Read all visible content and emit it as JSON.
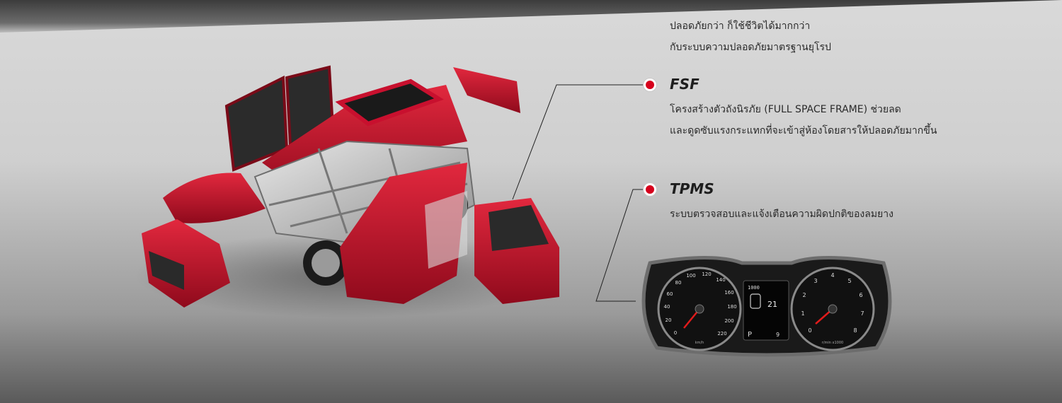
{
  "intro": {
    "line1": "ปลอดภัยกว่า ก็ใช้ชีวิตได้มากกว่า",
    "line2": "กับระบบความปลอดภัยมาตรฐานยุโรป"
  },
  "features": [
    {
      "title": "FSF",
      "desc1": "โครงสร้างตัวถังนิรภัย (FULL SPACE FRAME) ช่วยลด",
      "desc2": "และดูดซับแรงกระแทกที่จะเข้าสู่ห้องโดยสารให้ปลอดภัยมากขึ้น"
    },
    {
      "title": "TPMS",
      "desc1": "ระบบตรวจสอบและแจ้งเตือนความผิดปกติของลมยาง"
    }
  ],
  "cluster": {
    "left_dial_ticks": [
      "0",
      "20",
      "40",
      "60",
      "80",
      "100",
      "120",
      "140",
      "160",
      "180",
      "200",
      "220"
    ],
    "left_dial_unit": "km/h",
    "right_dial_ticks": [
      "0",
      "1",
      "2",
      "3",
      "4",
      "5",
      "6",
      "7",
      "8"
    ],
    "right_dial_unit": "r/min x1000",
    "odometer": "1000",
    "temp": "21",
    "gear": "P",
    "trip": "9"
  },
  "colors": {
    "accent": "#d6001c",
    "car_red": "#c8102e"
  }
}
